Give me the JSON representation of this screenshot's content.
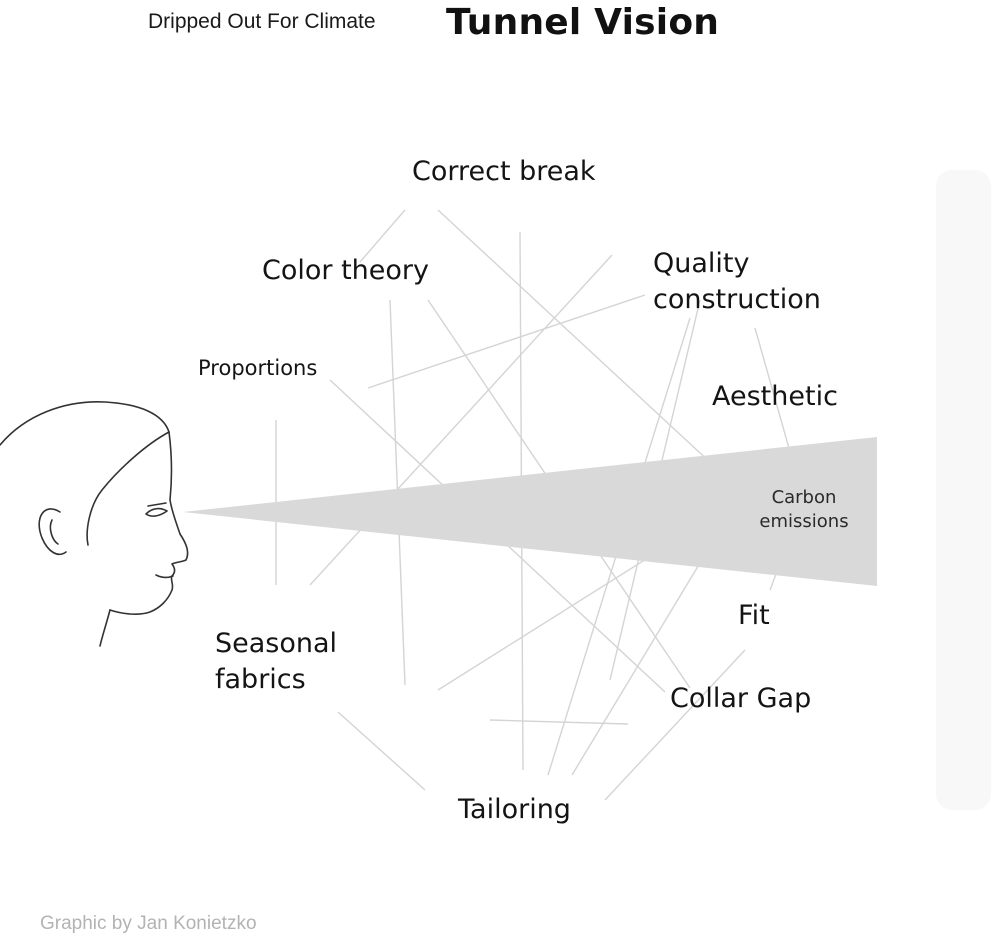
{
  "header": {
    "brand": "Dripped Out For Climate",
    "title": "Tunnel Vision"
  },
  "nodes": {
    "correct_break": "Correct break",
    "color_theory": "Color theory",
    "quality_construction": "Quality construction",
    "proportions": "Proportions",
    "aesthetic": "Aesthetic",
    "carbon_emissions": "Carbon emissions",
    "fit": "Fit",
    "seasonal_fabrics": "Seasonal fabrics",
    "collar_gap": "Collar Gap",
    "tailoring": "Tailoring"
  },
  "footer": {
    "credit": "Graphic by Jan Konietzko"
  },
  "colors": {
    "tunnel_fill": "#d9d9d9",
    "connector_line": "#d2d2d2",
    "face_stroke": "#333333",
    "credit_text": "#b3b3b3"
  }
}
